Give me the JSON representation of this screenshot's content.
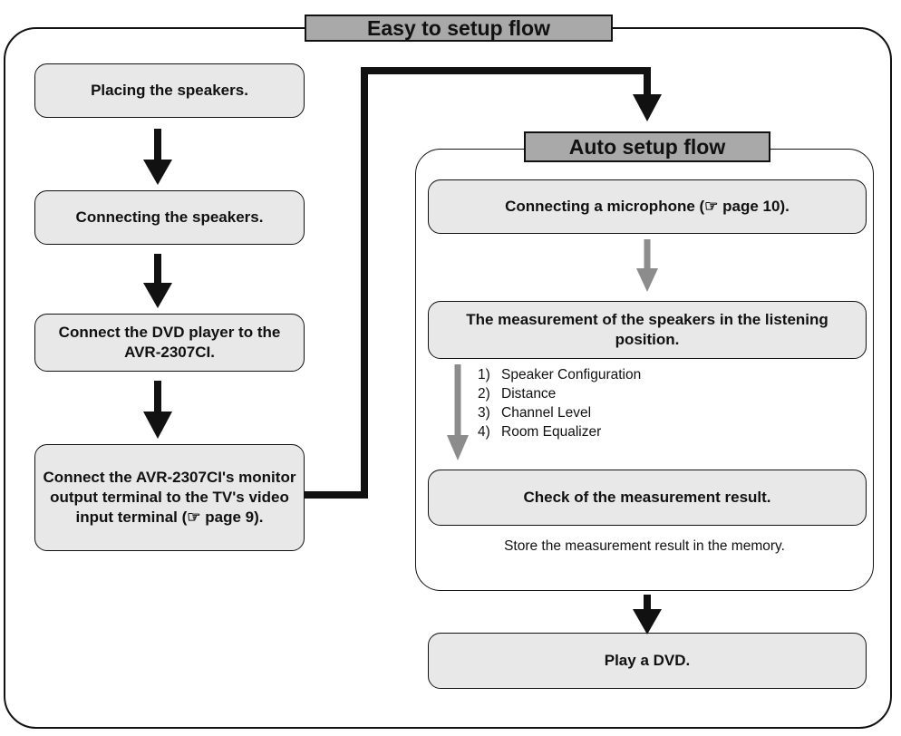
{
  "main_title": "Easy to setup flow",
  "auto_title": "Auto setup flow",
  "left_steps": [
    "Placing the speakers.",
    "Connecting the speakers.",
    "Connect the DVD player to the AVR-2307CI.",
    "Connect the AVR-2307CI's monitor output terminal to the TV's video input terminal (☞ page 9)."
  ],
  "auto_steps": {
    "mic": "Connecting a microphone (☞ page 10).",
    "measure": "The measurement of the speakers in the listening position.",
    "check": "Check of the measurement result."
  },
  "measure_items": [
    {
      "num": "1)",
      "label": "Speaker Configuration"
    },
    {
      "num": "2)",
      "label": "Distance"
    },
    {
      "num": "3)",
      "label": "Channel Level"
    },
    {
      "num": "4)",
      "label": "Room Equalizer"
    }
  ],
  "store_note": "Store the measurement result in the memory.",
  "final_step": "Play a DVD.",
  "colors": {
    "box_fill": "#e8e8e8",
    "tab_fill": "#a9a9a9",
    "gray_arrow": "#8c8c8c",
    "black_arrow": "#111111"
  }
}
